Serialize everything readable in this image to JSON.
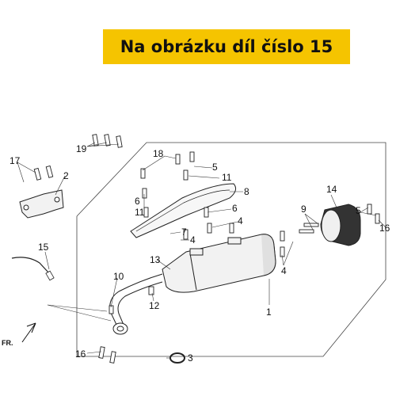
{
  "banner": {
    "text": "Na obrázku díl číslo 15",
    "color": "#f5c400"
  },
  "direction_label": "FR.",
  "callouts": [
    "1",
    "2",
    "3",
    "4",
    "4",
    "4",
    "5",
    "5",
    "5",
    "6",
    "6",
    "7",
    "8",
    "9",
    "10",
    "11",
    "11",
    "12",
    "13",
    "14",
    "15",
    "16",
    "17",
    "18",
    "19"
  ]
}
